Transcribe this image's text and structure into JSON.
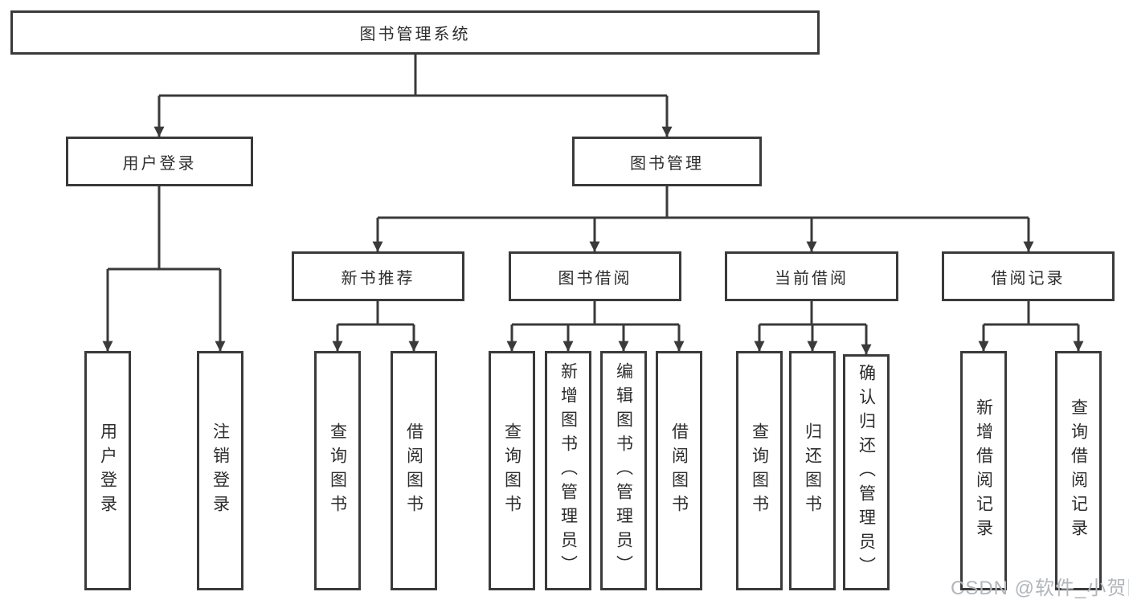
{
  "diagram": {
    "root": {
      "label": "图书管理系统"
    },
    "branches": [
      {
        "label": "用户登录",
        "children": [
          {
            "label": "用户登录"
          },
          {
            "label": "注销登录"
          }
        ]
      },
      {
        "label": "图书管理",
        "groups": [
          {
            "label": "新书推荐",
            "children": [
              {
                "label": "查询图书"
              },
              {
                "label": "借阅图书"
              }
            ]
          },
          {
            "label": "图书借阅",
            "children": [
              {
                "label": "查询图书"
              },
              {
                "label": "新增图书（管理员）"
              },
              {
                "label": "编辑图书（管理员）"
              },
              {
                "label": "借阅图书"
              }
            ]
          },
          {
            "label": "当前借阅",
            "children": [
              {
                "label": "查询图书"
              },
              {
                "label": "归还图书"
              },
              {
                "label": "确认归还（管理员）"
              }
            ]
          },
          {
            "label": "借阅记录",
            "children": [
              {
                "label": "新增借阅记录"
              },
              {
                "label": "查询借阅记录"
              }
            ]
          }
        ]
      }
    ]
  },
  "watermark": {
    "text": "CSDN @软件_小贺同学"
  },
  "colors": {
    "background": "#ffffff",
    "line": "#3a3a3a",
    "border": "#3a3a3a",
    "text": "#2d2d2d",
    "watermark": "#b2b6ba"
  }
}
